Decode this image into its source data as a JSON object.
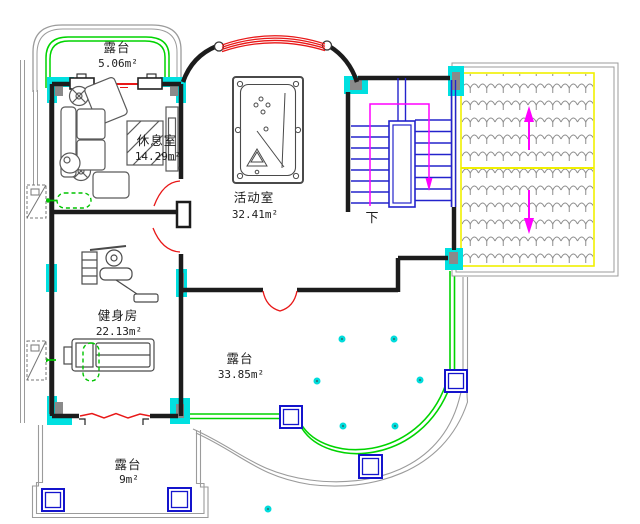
{
  "drawing": {
    "type": "floor-plan",
    "rooms": [
      {
        "id": "terrace-top",
        "name": "露台",
        "area": "5.06m²"
      },
      {
        "id": "lounge",
        "name": "休息室",
        "area": "14.29m²"
      },
      {
        "id": "activity-room",
        "name": "活动室",
        "area": "32.41m²"
      },
      {
        "id": "gym",
        "name": "健身房",
        "area": "22.13m²"
      },
      {
        "id": "terrace-main",
        "name": "露台",
        "area": "33.85m²"
      },
      {
        "id": "terrace-bottom",
        "name": "露台",
        "area": "9m²"
      }
    ],
    "stairs": {
      "direction_label": "下"
    },
    "colors": {
      "wall": "#1c1c1c",
      "outline_gray": "#9b9b9b",
      "railing_green": "#00d400",
      "window_cyan": "#00e0e0",
      "door_red": "#e81717",
      "stair_blue": "#2323cc",
      "guide_magenta": "#ff00ff",
      "roof_yellow": "#f0f000",
      "tile_gray": "#8d8d8d"
    }
  }
}
